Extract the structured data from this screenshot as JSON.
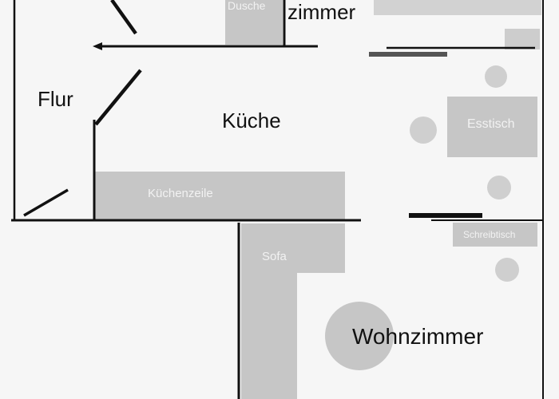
{
  "rooms": {
    "flur": "Flur",
    "kueche": "Küche",
    "wohnzimmer": "Wohnzimmer",
    "top_room_partial": "zimmer"
  },
  "furniture": {
    "dusche": "Dusche",
    "esstisch": "Esstisch",
    "kuechenzeile": "Küchenzeile",
    "sofa": "Sofa",
    "schreibtisch": "Schreibtisch"
  },
  "colors": {
    "background": "#f6f6f6",
    "wall": "#111111",
    "furniture_fill": "#c6c6c6",
    "chair_fill": "#cfcfcf",
    "furniture_label": "#f2f2f2",
    "room_label": "#111111"
  }
}
